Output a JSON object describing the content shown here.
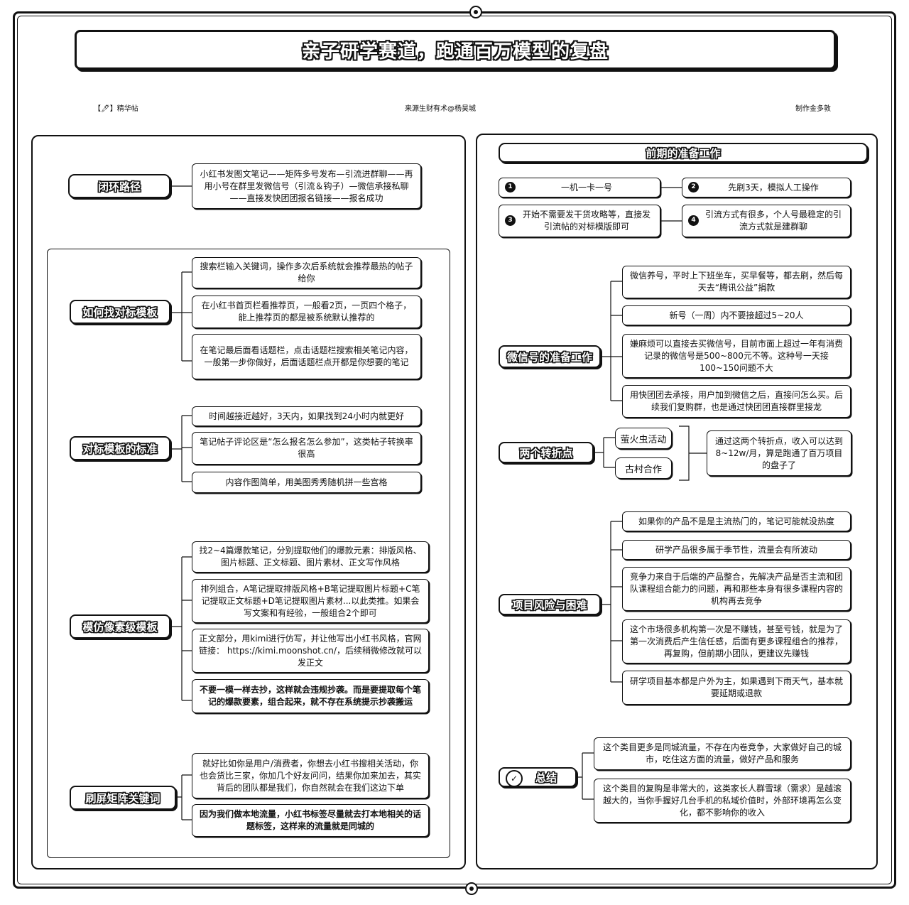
{
  "title": "亲子研学赛道，跑通百万模型的复盘",
  "meta": {
    "left": "【🖊】精华帖",
    "center": "来源生财有术@杨昊城",
    "right": "制作金多敦"
  },
  "left_panel": {
    "loop": {
      "label": "闭环路径",
      "text": "小红书发图文笔记——矩阵多号发布—引流进群聊——再用小号在群里发微信号（引流＆钩子）—微信承接私聊——直接发快团团报名链接——报名成功"
    },
    "find_template": {
      "label": "如何找对标模板",
      "items": [
        "搜索栏输入关键词，操作多次后系统就会推荐最热的帖子给你",
        "在小红书首页栏看推荐页，一般看2页，一页四个格子，能上推荐页的都是被系统默认推荐的",
        "在笔记最后面看话题栏，点击话题栏搜索相关笔记内容，一般第一步你做好，后面话题栏点开都是你想要的笔记"
      ]
    },
    "template_standard": {
      "label": "对标模板的标准",
      "items": [
        "时间越接近越好，3天内，如果找到24小时内就更好",
        "笔记帖子评论区是“怎么报名怎么参加”，这类帖子转换率很高",
        "内容作图简单，用美图秀秀随机拼一些宫格"
      ]
    },
    "pixel_template": {
      "label": "模仿像素级模板",
      "items": [
        "找2~4篇爆款笔记，分别提取他们的爆款元素：排版风格、图片标题、正文标题、图片素材、正文写作风格",
        "排列组合，A笔记提取排版风格+B笔记提取图片标题+C笔记提取正文标题+D笔记提取图片素材...以此类推。如果会写文案和有经验，一般组合2个即可",
        "正文部分，用kimi进行仿写，并让他写出小红书风格，官网链接： https://kimi.moonshot.cn/，后续稍微修改就可以发正文",
        "不要一模一样去抄，这样就会违规抄袭。而是要提取每个笔记的爆款要素，组合起来，就不存在系统提示抄袭搬运"
      ]
    },
    "matrix_keywords": {
      "label": "刷屏矩阵关键词",
      "items": [
        "就好比如你是用户/消费者，你想去小红书搜相关活动，你也会货比三家，你加几个好友问问，结果你加来加去，其实背后的团队都是我们，你自然就会在我们这边下单",
        "因为我们做本地流量，小红书标签尽量就去打本地相关的话题标签，这样来的流量就是同城的"
      ]
    }
  },
  "right_panel": {
    "prep": {
      "label": "前期的准备工作",
      "items": [
        {
          "num": "1",
          "text": "一机一卡一号"
        },
        {
          "num": "2",
          "text": "先刷3天，模拟人工操作"
        },
        {
          "num": "3",
          "text": "开始不需要发干货攻略等，直接发引流帖的对标模版即可"
        },
        {
          "num": "4",
          "text": "引流方式有很多，个人号最稳定的引流方式就是建群聊"
        }
      ]
    },
    "wechat": {
      "label": "微信号的准备工作",
      "items": [
        "微信养号，平时上下班坐车，买早餐等，都去刷，然后每天去“腾讯公益”捐款",
        "新号（一周）内不要接超过5~20人",
        "嫌麻烦可以直接去买微信号，目前市面上超过一年有消费记录的微信号是500~800元不等。这种号一天接100~150问题不大",
        "用快团团去承接，用户加到微信之后，直接问怎么买。后续我们复购群，也是通过快团团直接群里接龙"
      ]
    },
    "turning": {
      "label": "两个转折点",
      "items": [
        "萤火虫活动",
        "古村合作"
      ],
      "result": "通过这两个转折点，收入可以达到8~12w/月，算是跑通了百万项目的盘子了"
    },
    "risk": {
      "label": "项目风险与困难",
      "items": [
        "如果你的产品不是是主流热门的，笔记可能就没热度",
        "研学产品很多属于季节性，流量会有所波动",
        "竞争力来自于后端的产品整合，先解决产品是否主流和团队课程组合能力的问题，再和那些本身有很多课程内容的机构再去竞争",
        "这个市场很多机构第一次是不赚钱，甚至亏钱，就是为了第一次消费后产生信任感，后面有更多课程组合的推荐，再复购，但前期小团队，更建议先赚钱",
        "研学项目基本都是户外为主，如果遇到下雨天气，基本就要延期或退款"
      ]
    },
    "summary": {
      "label": "总结",
      "icon": "✓",
      "items": [
        "这个类目更多是同城流量，不存在内卷竞争，大家做好自己的城市，吃住这方面的流量，做好产品和服务",
        "这个类目的复购是非常大的，这类家长人群雪球（需求）是越滚越大的，当你手握好几台手机的私域价值时，外部环境再怎么变化，都不影响你的收入"
      ]
    }
  }
}
